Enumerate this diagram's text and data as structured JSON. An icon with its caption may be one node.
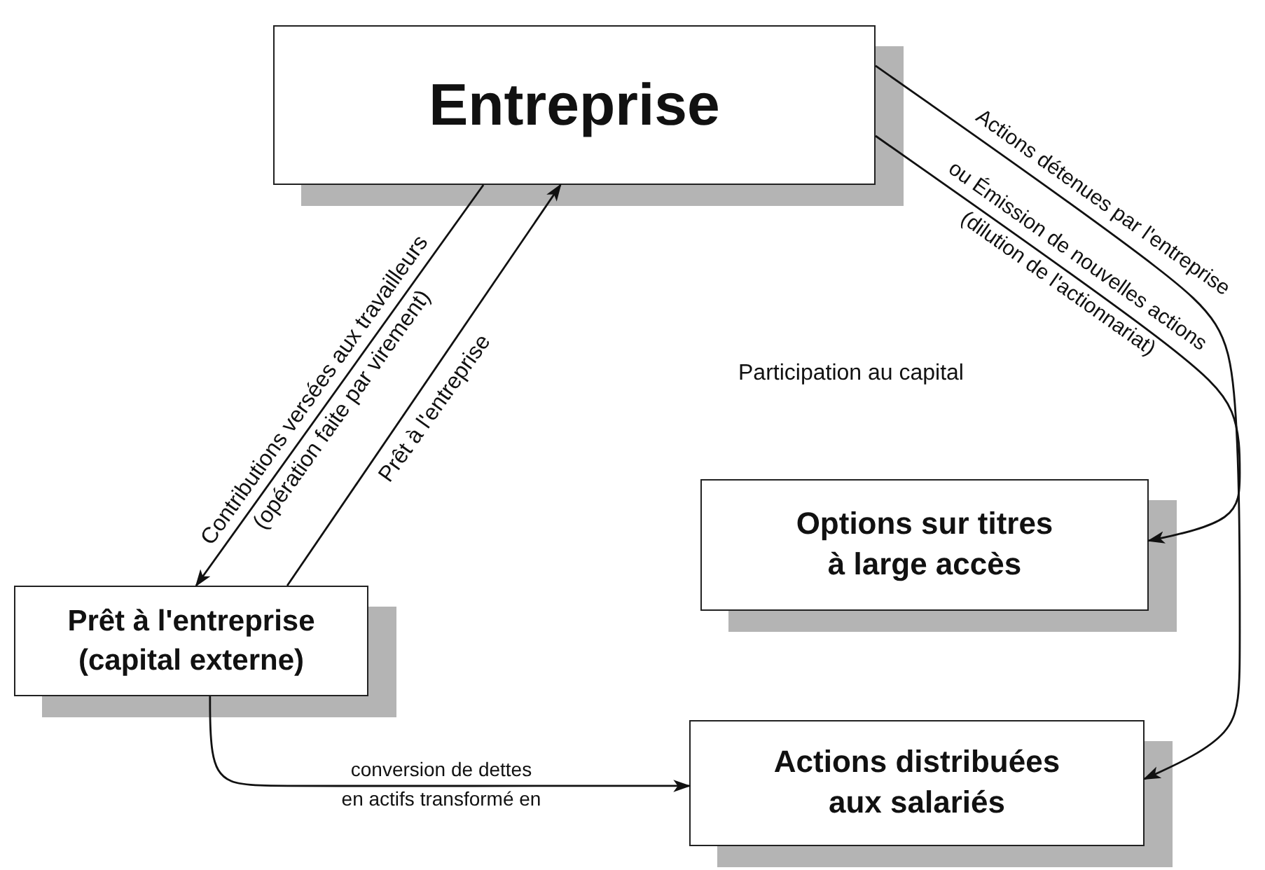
{
  "diagram": {
    "nodes": [
      {
        "text": [
          "Entreprise"
        ]
      },
      {
        "text": [
          "Prêt à l'entreprise (capital externe)"
        ]
      },
      {
        "text": [
          "Options sur titres à large accès"
        ]
      },
      {
        "text": [
          "Actions distribuées aux salariés"
        ]
      }
    ],
    "edges": [
      {
        "from": 0,
        "to": 1,
        "arrow": "to",
        "label": "Contributions versées aux travailleurs (opération faite par virement)"
      },
      {
        "from": 1,
        "to": 0,
        "arrow": "to",
        "label": "Prêt à l'entreprise"
      },
      {
        "from": 0,
        "to": 2,
        "arrow": "to",
        "label": "ou Émission de nouvelles actions (dilution de l'actionnariat)"
      },
      {
        "from": 0,
        "to": 3,
        "arrow": "to",
        "label": "Actions détenues par l'entreprise"
      },
      {
        "from": 1,
        "to": 3,
        "arrow": "to",
        "label": "conversion de dettes en actifs transformé en"
      }
    ],
    "labels": [
      "Participation au capital"
    ]
  }
}
